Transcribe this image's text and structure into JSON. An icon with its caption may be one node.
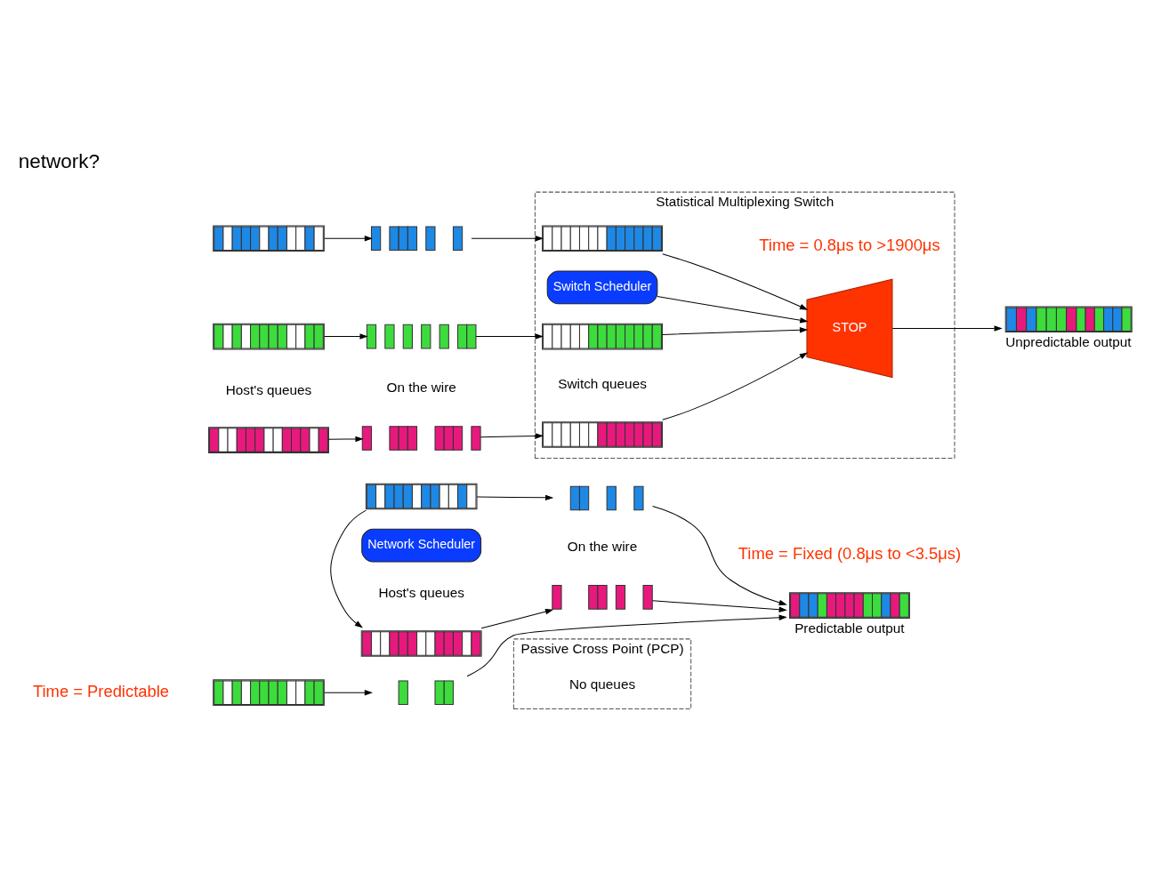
{
  "diagram": {
    "title": "network?",
    "nodes": [
      {
        "text": [
          "Statistical Multiplexing Switch"
        ]
      },
      {
        "text": [
          "Switch Scheduler"
        ],
        "in": 0
      },
      {
        "text": [],
        "shape": "bar"
      },
      {
        "text": [],
        "shape": "bar"
      },
      {
        "text": [],
        "shape": "bar"
      },
      {
        "text": [],
        "shape": "bar"
      },
      {
        "text": [],
        "shape": "bar"
      },
      {
        "text": [],
        "shape": "bar"
      },
      {
        "text": [],
        "shape": "bar",
        "in": 0
      },
      {
        "text": [],
        "shape": "bar",
        "in": 0
      },
      {
        "text": [],
        "shape": "bar",
        "in": 0
      },
      {
        "text": [
          "STOP"
        ],
        "in": 0
      },
      {
        "text": [],
        "shape": "bar",
        "beside": [
          "Unpredictable output"
        ]
      },
      {
        "text": [
          "Network Scheduler"
        ]
      },
      {
        "text": [
          "Passive Cross Point (PCP)"
        ]
      },
      {
        "text": [],
        "shape": "bar"
      },
      {
        "text": [],
        "shape": "bar"
      },
      {
        "text": [],
        "shape": "bar"
      },
      {
        "text": [],
        "shape": "bar"
      },
      {
        "text": [],
        "shape": "bar"
      },
      {
        "text": [],
        "shape": "bar"
      },
      {
        "text": [],
        "shape": "bar",
        "beside": [
          "Predictable output"
        ]
      }
    ],
    "edges": [
      {
        "from": 2,
        "to": 5,
        "arrow": "to"
      },
      {
        "from": 3,
        "to": 6,
        "arrow": "to"
      },
      {
        "from": 4,
        "to": 7,
        "arrow": "to"
      },
      {
        "from": 5,
        "to": 8,
        "arrow": "to"
      },
      {
        "from": 6,
        "to": 9,
        "arrow": "to"
      },
      {
        "from": 7,
        "to": 10,
        "arrow": "to"
      },
      {
        "from": 1,
        "to": 11,
        "arrow": "to"
      },
      {
        "from": 8,
        "to": 11,
        "arrow": "to"
      },
      {
        "from": 9,
        "to": 11,
        "arrow": "to"
      },
      {
        "from": 10,
        "to": 11,
        "arrow": "to"
      },
      {
        "from": 11,
        "to": 12,
        "arrow": "to"
      },
      {
        "from": 15,
        "to": 17,
        "arrow": "to"
      },
      {
        "from": 15,
        "to": 18,
        "arrow": "to"
      },
      {
        "from": 16,
        "to": 19,
        "arrow": "to"
      },
      {
        "from": 17,
        "to": 20,
        "arrow": "to"
      },
      {
        "from": 18,
        "to": 21,
        "arrow": "to"
      },
      {
        "from": 19,
        "to": 21,
        "arrow": "to"
      },
      {
        "from": 20,
        "to": 21,
        "arrow": "to"
      }
    ],
    "labels": [
      "Host's queues",
      "On the wire",
      "Switch queues",
      "Time = 0.8μs to >1900μs",
      "Time = Predictable",
      "Host's queues",
      "On the wire",
      "No queues",
      "Time = Fixed (0.8μs to <3.5μs)"
    ]
  }
}
